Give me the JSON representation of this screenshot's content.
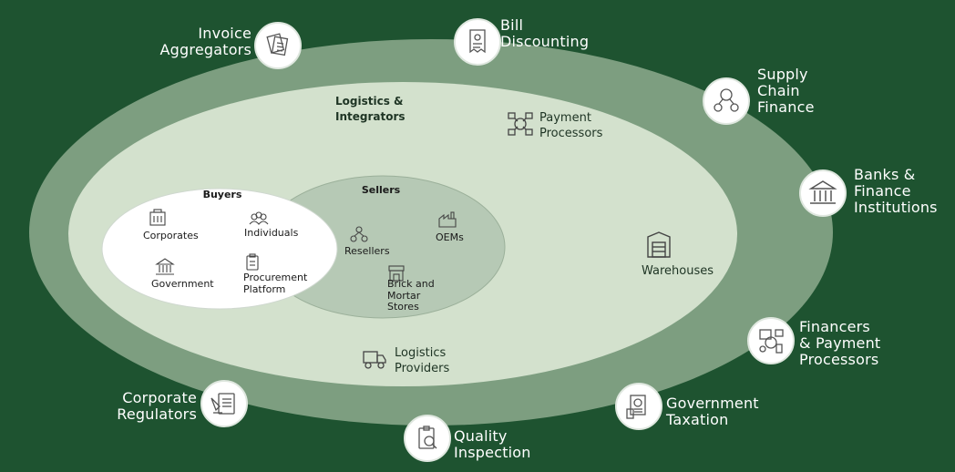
{
  "outer_nodes": {
    "invoice_aggregators": {
      "label": "Invoice\nAggregators",
      "icon": "invoice-icon"
    },
    "bill_discounting": {
      "label": "Bill\nDiscounting",
      "icon": "bill-icon"
    },
    "supply_chain_finance": {
      "label": "Supply\nChain\nFinance",
      "icon": "supply-chain-icon"
    },
    "banks_finance": {
      "label": "Banks &\nFinance\nInstitutions",
      "icon": "bank-icon"
    },
    "financers_payment": {
      "label": "Financers\n& Payment\nProcessors",
      "icon": "financers-icon"
    },
    "government_taxation": {
      "label": "Government\nTaxation",
      "icon": "taxation-icon"
    },
    "quality_inspection": {
      "label": "Quality\nInspection",
      "icon": "quality-icon"
    },
    "corporate_regulators": {
      "label": "Corporate\nRegulators",
      "icon": "regulators-icon"
    }
  },
  "middle_nodes": {
    "logistics_integrators": {
      "label": "Logistics &\nIntegrators"
    },
    "payment_processors": {
      "label": "Payment\nProcessors",
      "icon": "payment-processor-icon"
    },
    "warehouses": {
      "label": "Warehouses",
      "icon": "warehouse-icon"
    },
    "logistics_providers": {
      "label": "Logistics\nProviders",
      "icon": "truck-icon"
    }
  },
  "buyers": {
    "title": "Buyers",
    "items": {
      "corporates": {
        "label": "Corporates",
        "icon": "corporate-building-icon"
      },
      "individuals": {
        "label": "Individuals",
        "icon": "people-icon"
      },
      "government": {
        "label": "Government",
        "icon": "government-building-icon"
      },
      "procurement": {
        "label": "Procurement\nPlatform",
        "icon": "procurement-icon"
      }
    }
  },
  "sellers": {
    "title": "Sellers",
    "items": {
      "resellers": {
        "label": "Resellers",
        "icon": "resellers-icon"
      },
      "oems": {
        "label": "OEMs",
        "icon": "factory-icon"
      },
      "brick_mortar": {
        "label": "Brick and\nMortar\nStores",
        "icon": "store-icon"
      }
    }
  },
  "colors": {
    "background": "#1e5330",
    "outer_ring": "#7d9e80",
    "middle_area": "#d3e1cd",
    "sellers_fill": "#b6c9b5",
    "buyers_fill": "#ffffff",
    "icon_stroke": "#555555"
  }
}
